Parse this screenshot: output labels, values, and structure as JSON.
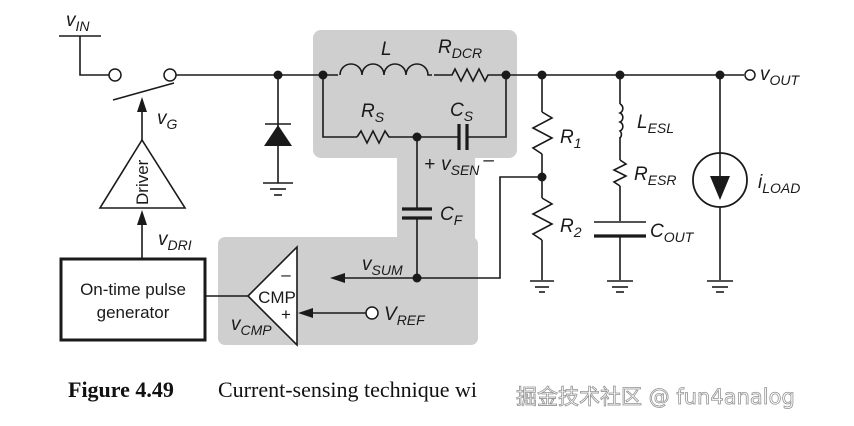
{
  "figure": {
    "number": "Figure 4.49",
    "caption": "Current-sensing technique with delay of capacitor C",
    "caption_visible": "Current-sensing technique wi",
    "watermark": "掘金技术社区 @ fun4analog"
  },
  "labels": {
    "vin": {
      "main": "v",
      "sub": "IN"
    },
    "vg": {
      "main": "v",
      "sub": "G"
    },
    "vdri": {
      "main": "v",
      "sub": "DRI"
    },
    "vcmp": {
      "main": "v",
      "sub": "CMP"
    },
    "vsum": {
      "main": "v",
      "sub": "SUM"
    },
    "vref": {
      "main": "V",
      "sub": "REF"
    },
    "vout": {
      "main": "v",
      "sub": "OUT"
    },
    "vsen": {
      "plus": "+",
      "main": "v",
      "sub": "SEN",
      "minus": "–"
    },
    "L": {
      "main": "L"
    },
    "rdcr": {
      "main": "R",
      "sub": "DCR"
    },
    "rs": {
      "main": "R",
      "sub": "S"
    },
    "cs": {
      "main": "C",
      "sub": "S"
    },
    "cf": {
      "main": "C",
      "sub": "F"
    },
    "r1": {
      "main": "R",
      "sub": "1"
    },
    "r2": {
      "main": "R",
      "sub": "2"
    },
    "lesl": {
      "main": "L",
      "sub": "ESL"
    },
    "resr": {
      "main": "R",
      "sub": "ESR"
    },
    "cout": {
      "main": "C",
      "sub": "OUT"
    },
    "iload": {
      "main": "i",
      "sub": "LOAD"
    }
  },
  "blocks": {
    "driver": "Driver",
    "comparator": "CMP",
    "cmp_minus": "–",
    "cmp_plus": "+",
    "pulse_gen_line1": "On-time pulse",
    "pulse_gen_line2": "generator"
  },
  "colors": {
    "highlight_region": "#cfcfcf",
    "ink": "#1a1a1a"
  }
}
